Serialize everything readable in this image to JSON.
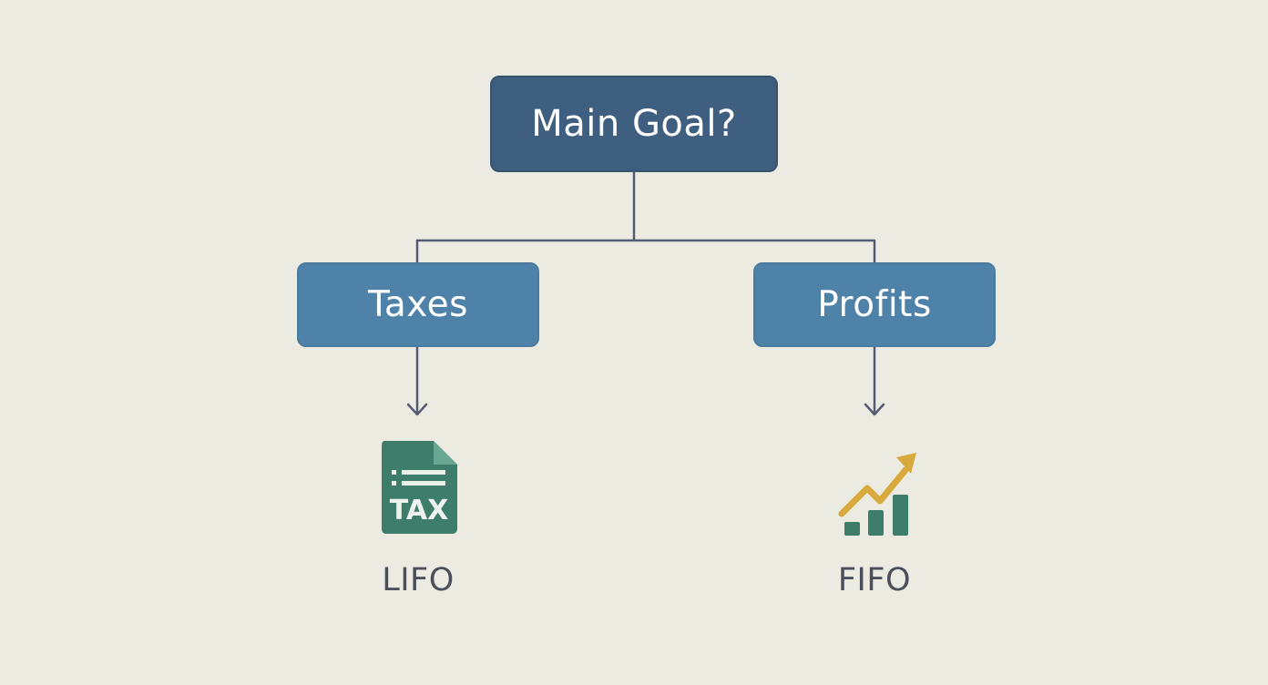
{
  "diagram": {
    "root": {
      "label": "Main Goal?"
    },
    "branches": [
      {
        "label": "Taxes",
        "icon": "tax-document-icon",
        "outcome": "LIFO",
        "icon_text": "TAX"
      },
      {
        "label": "Profits",
        "icon": "growth-chart-icon",
        "outcome": "FIFO"
      }
    ]
  },
  "colors": {
    "background": "#ecebe2",
    "root_fill": "#3f5f80",
    "branch_fill": "#4f82a8",
    "connector": "#555b72",
    "tax_icon": "#3f7d6b",
    "arrow_gold": "#d8a93c",
    "bars_green": "#3f7d6b",
    "outcome_text": "#4b4f5c"
  }
}
